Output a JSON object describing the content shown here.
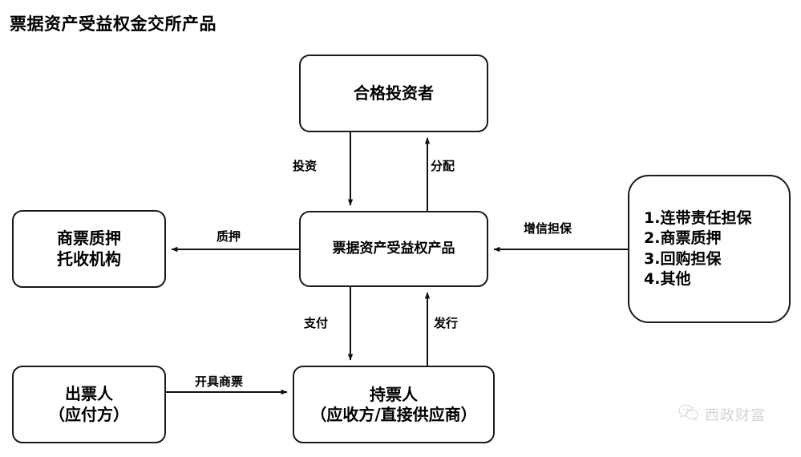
{
  "title": "票据资产受益权金交所产品",
  "diagram": {
    "type": "flowchart",
    "nodes": [
      {
        "id": "investor",
        "label": "合格投资者"
      },
      {
        "id": "product",
        "label": "票据资产受益权产品"
      },
      {
        "id": "pledge_agency",
        "label": "商票质押\n托收机构"
      },
      {
        "id": "credit_enhancement",
        "label": "1.连带责任担保\n2.商票质押\n3.回购担保\n4.其他"
      },
      {
        "id": "drawer",
        "label": "出票人\n（应付方）"
      },
      {
        "id": "holder",
        "label": "持票人\n（应收方/直接供应商）"
      }
    ],
    "edges": [
      {
        "id": "invest",
        "label": "投资",
        "from": "investor",
        "to": "product"
      },
      {
        "id": "distribute",
        "label": "分配",
        "from": "product",
        "to": "investor"
      },
      {
        "id": "pledge",
        "label": "质押",
        "from": "product",
        "to": "pledge_agency"
      },
      {
        "id": "credit",
        "label": "增信担保",
        "from": "credit_enhancement",
        "to": "product"
      },
      {
        "id": "pay",
        "label": "支付",
        "from": "product",
        "to": "holder"
      },
      {
        "id": "issue",
        "label": "发行",
        "from": "holder",
        "to": "product"
      },
      {
        "id": "issue_note",
        "label": "开具商票",
        "from": "drawer",
        "to": "holder"
      }
    ]
  },
  "watermark": {
    "icon": "wechat-icon",
    "text": "西政财富"
  },
  "colors": {
    "stroke": "#1a1a1a",
    "background": "#ffffff",
    "text": "#000000",
    "watermark": "#9a9a9a"
  }
}
